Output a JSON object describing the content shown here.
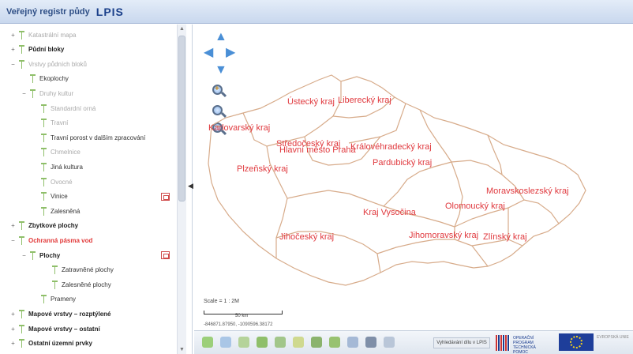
{
  "header": {
    "subtitle": "Veřejný registr půdy",
    "brand": "LPIS"
  },
  "tree": [
    {
      "label": "Katastrální mapa",
      "expander": "+",
      "indent": 0,
      "style": "dim"
    },
    {
      "label": "Půdní bloky",
      "expander": "+",
      "indent": 0,
      "style": "bold"
    },
    {
      "label": "Vrstvy půdních bloků",
      "expander": "−",
      "indent": 0,
      "style": "dim"
    },
    {
      "label": "Ekoplochy",
      "expander": "",
      "indent": 1,
      "style": "normal"
    },
    {
      "label": "Druhy kultur",
      "expander": "−",
      "indent": 1,
      "style": "dim"
    },
    {
      "label": "Standardní orná",
      "expander": "",
      "indent": 2,
      "style": "dim"
    },
    {
      "label": "Travní",
      "expander": "",
      "indent": 2,
      "style": "dim"
    },
    {
      "label": "Travní porost v dalším zpracování",
      "expander": "",
      "indent": 2,
      "style": "normal"
    },
    {
      "label": "Chmelnice",
      "expander": "",
      "indent": 2,
      "style": "dim"
    },
    {
      "label": "Jiná kultura",
      "expander": "",
      "indent": 2,
      "style": "normal"
    },
    {
      "label": "Ovocné",
      "expander": "",
      "indent": 2,
      "style": "dim"
    },
    {
      "label": "Vinice",
      "expander": "",
      "indent": 2,
      "style": "normal",
      "info": true
    },
    {
      "label": "Zalesněná",
      "expander": "",
      "indent": 2,
      "style": "normal"
    },
    {
      "label": "Zbytkové plochy",
      "expander": "+",
      "indent": 0,
      "style": "bold"
    },
    {
      "label": "Ochranná pásma vod",
      "expander": "−",
      "indent": 0,
      "style": "red"
    },
    {
      "label": "Plochy",
      "expander": "−",
      "indent": 1,
      "style": "bold",
      "info": true
    },
    {
      "label": "Zatravněné plochy",
      "expander": "",
      "indent": 3,
      "style": "normal"
    },
    {
      "label": "Zalesněné plochy",
      "expander": "",
      "indent": 3,
      "style": "normal"
    },
    {
      "label": "Prameny",
      "expander": "",
      "indent": 2,
      "style": "normal"
    },
    {
      "label": "Mapové vrstvy – rozptýlené",
      "expander": "+",
      "indent": 0,
      "style": "bold"
    },
    {
      "label": "Mapové vrstvy – ostatní",
      "expander": "+",
      "indent": 0,
      "style": "bold"
    },
    {
      "label": "Ostatní územní prvky",
      "expander": "+",
      "indent": 0,
      "style": "bold"
    }
  ],
  "scrollbar": {
    "up": "▲",
    "down": "▼"
  },
  "collapse_handle": "◀",
  "map": {
    "nav": {
      "up": "▲",
      "left": "◀",
      "right": "▶",
      "down": "▼"
    },
    "zoom_in": "+",
    "zoom_out": "−",
    "regions": [
      {
        "id": "karlovarsky",
        "label": "Karlovarský kraj"
      },
      {
        "id": "ustecky",
        "label": "Ústecký kraj"
      },
      {
        "id": "liberecky",
        "label": "Liberecký kraj"
      },
      {
        "id": "stredocesky",
        "label": "Středočeský kraj"
      },
      {
        "id": "praha",
        "label": "Hlavní město Praha"
      },
      {
        "id": "kralovehradecky",
        "label": "Královéhradecký kraj"
      },
      {
        "id": "pardubicky",
        "label": "Pardubický kraj"
      },
      {
        "id": "plzensky",
        "label": "Plzeňský kraj"
      },
      {
        "id": "vysocina",
        "label": "Kraj Vysočina"
      },
      {
        "id": "jihocesky",
        "label": "Jihočeský kraj"
      },
      {
        "id": "jihomoravsky",
        "label": "Jihomoravský kraj"
      },
      {
        "id": "olomoucky",
        "label": "Olomoucký kraj"
      },
      {
        "id": "zlinsky",
        "label": "Zlínský kraj"
      },
      {
        "id": "moravskoslezsky",
        "label": "Moravskoslezský kraj"
      }
    ],
    "scale_text": "Scale = 1 : 2M",
    "scale_bar_label": "50 km",
    "coordinates": "-846871.87950, -1090596.38172"
  },
  "toolbar": {
    "search_label": "Vyhledávání dílu v LPIS",
    "logo_op_text": "OPERAČNÍ PROGRAM TECHNICKÁ POMOC",
    "logo_eu_text": "EVROPSKÁ UNIE"
  },
  "colors": {
    "region_label": "#e0393e",
    "border": "#d7ab8a",
    "header_brand": "#1a3f8a",
    "accent_blue": "#4a8fd6"
  }
}
